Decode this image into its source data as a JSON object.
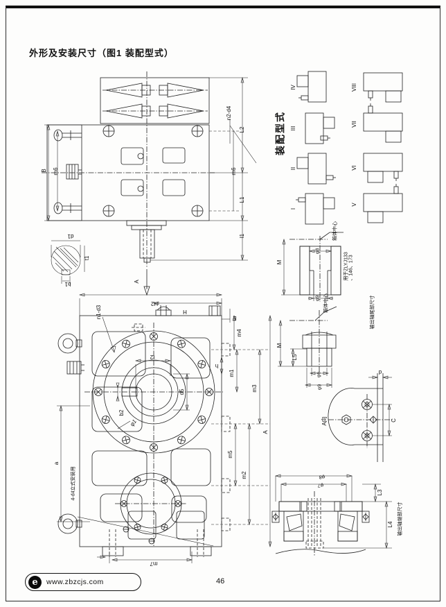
{
  "page": {
    "title": "外形及安装尺寸（图1 装配型式）",
    "page_number": "46",
    "website": "www.zbzcjs.com",
    "logo_mark": "e"
  },
  "assembly": {
    "header": "装配型式",
    "types": [
      "I",
      "II",
      "III",
      "IV",
      "V",
      "VI",
      "VII",
      "VIII"
    ]
  },
  "top_view": {
    "dims": {
      "b": "B",
      "m6_left": "m6",
      "n2_d4": "n2-d4",
      "l2": "L2",
      "m6_right": "m6",
      "l1_cap": "L1",
      "l1_low": "l1",
      "a_view": "A"
    },
    "shaft_section": {
      "d1": "d1",
      "t1": "t1",
      "b1": "b1"
    }
  },
  "front_view": {
    "dims": {
      "h2": "H2",
      "h_top": "H",
      "e": "E",
      "n1_d3": "n1-d3",
      "t2": "t2",
      "d5": "d5",
      "b2": "b2",
      "phi1": "φ1",
      "m4": "m4",
      "h": "h",
      "m1": "m1",
      "m3": "m3",
      "a_right": "A",
      "m5": "m5",
      "m2": "m2",
      "a_left": "a",
      "m7": "m7"
    },
    "vertical_mount_note": "4-d4立式安装用"
  },
  "shaft_tail": {
    "section_title": "输出轴尾部尺寸",
    "bushing": {
      "m": "M",
      "bore_dia": "φ8",
      "outer_dia": "φ9",
      "center_note": "箱体中心",
      "usage_note_line1": "用于ZLYJ133",
      "usage_note_line2": "、146、173"
    },
    "shaft": {
      "m": "M",
      "l5": "L5",
      "shaft_dia": "φ6",
      "collar_dia": "φ9",
      "center_note": "箱体中心"
    }
  },
  "view_a": {
    "label": "A向",
    "d": "d",
    "c": "C"
  },
  "shaft_end": {
    "section_title": "输出轴端部尺寸",
    "outer_dia": "φ8",
    "bore_dia": "φ7",
    "l3": "L3",
    "l4": "L4"
  }
}
